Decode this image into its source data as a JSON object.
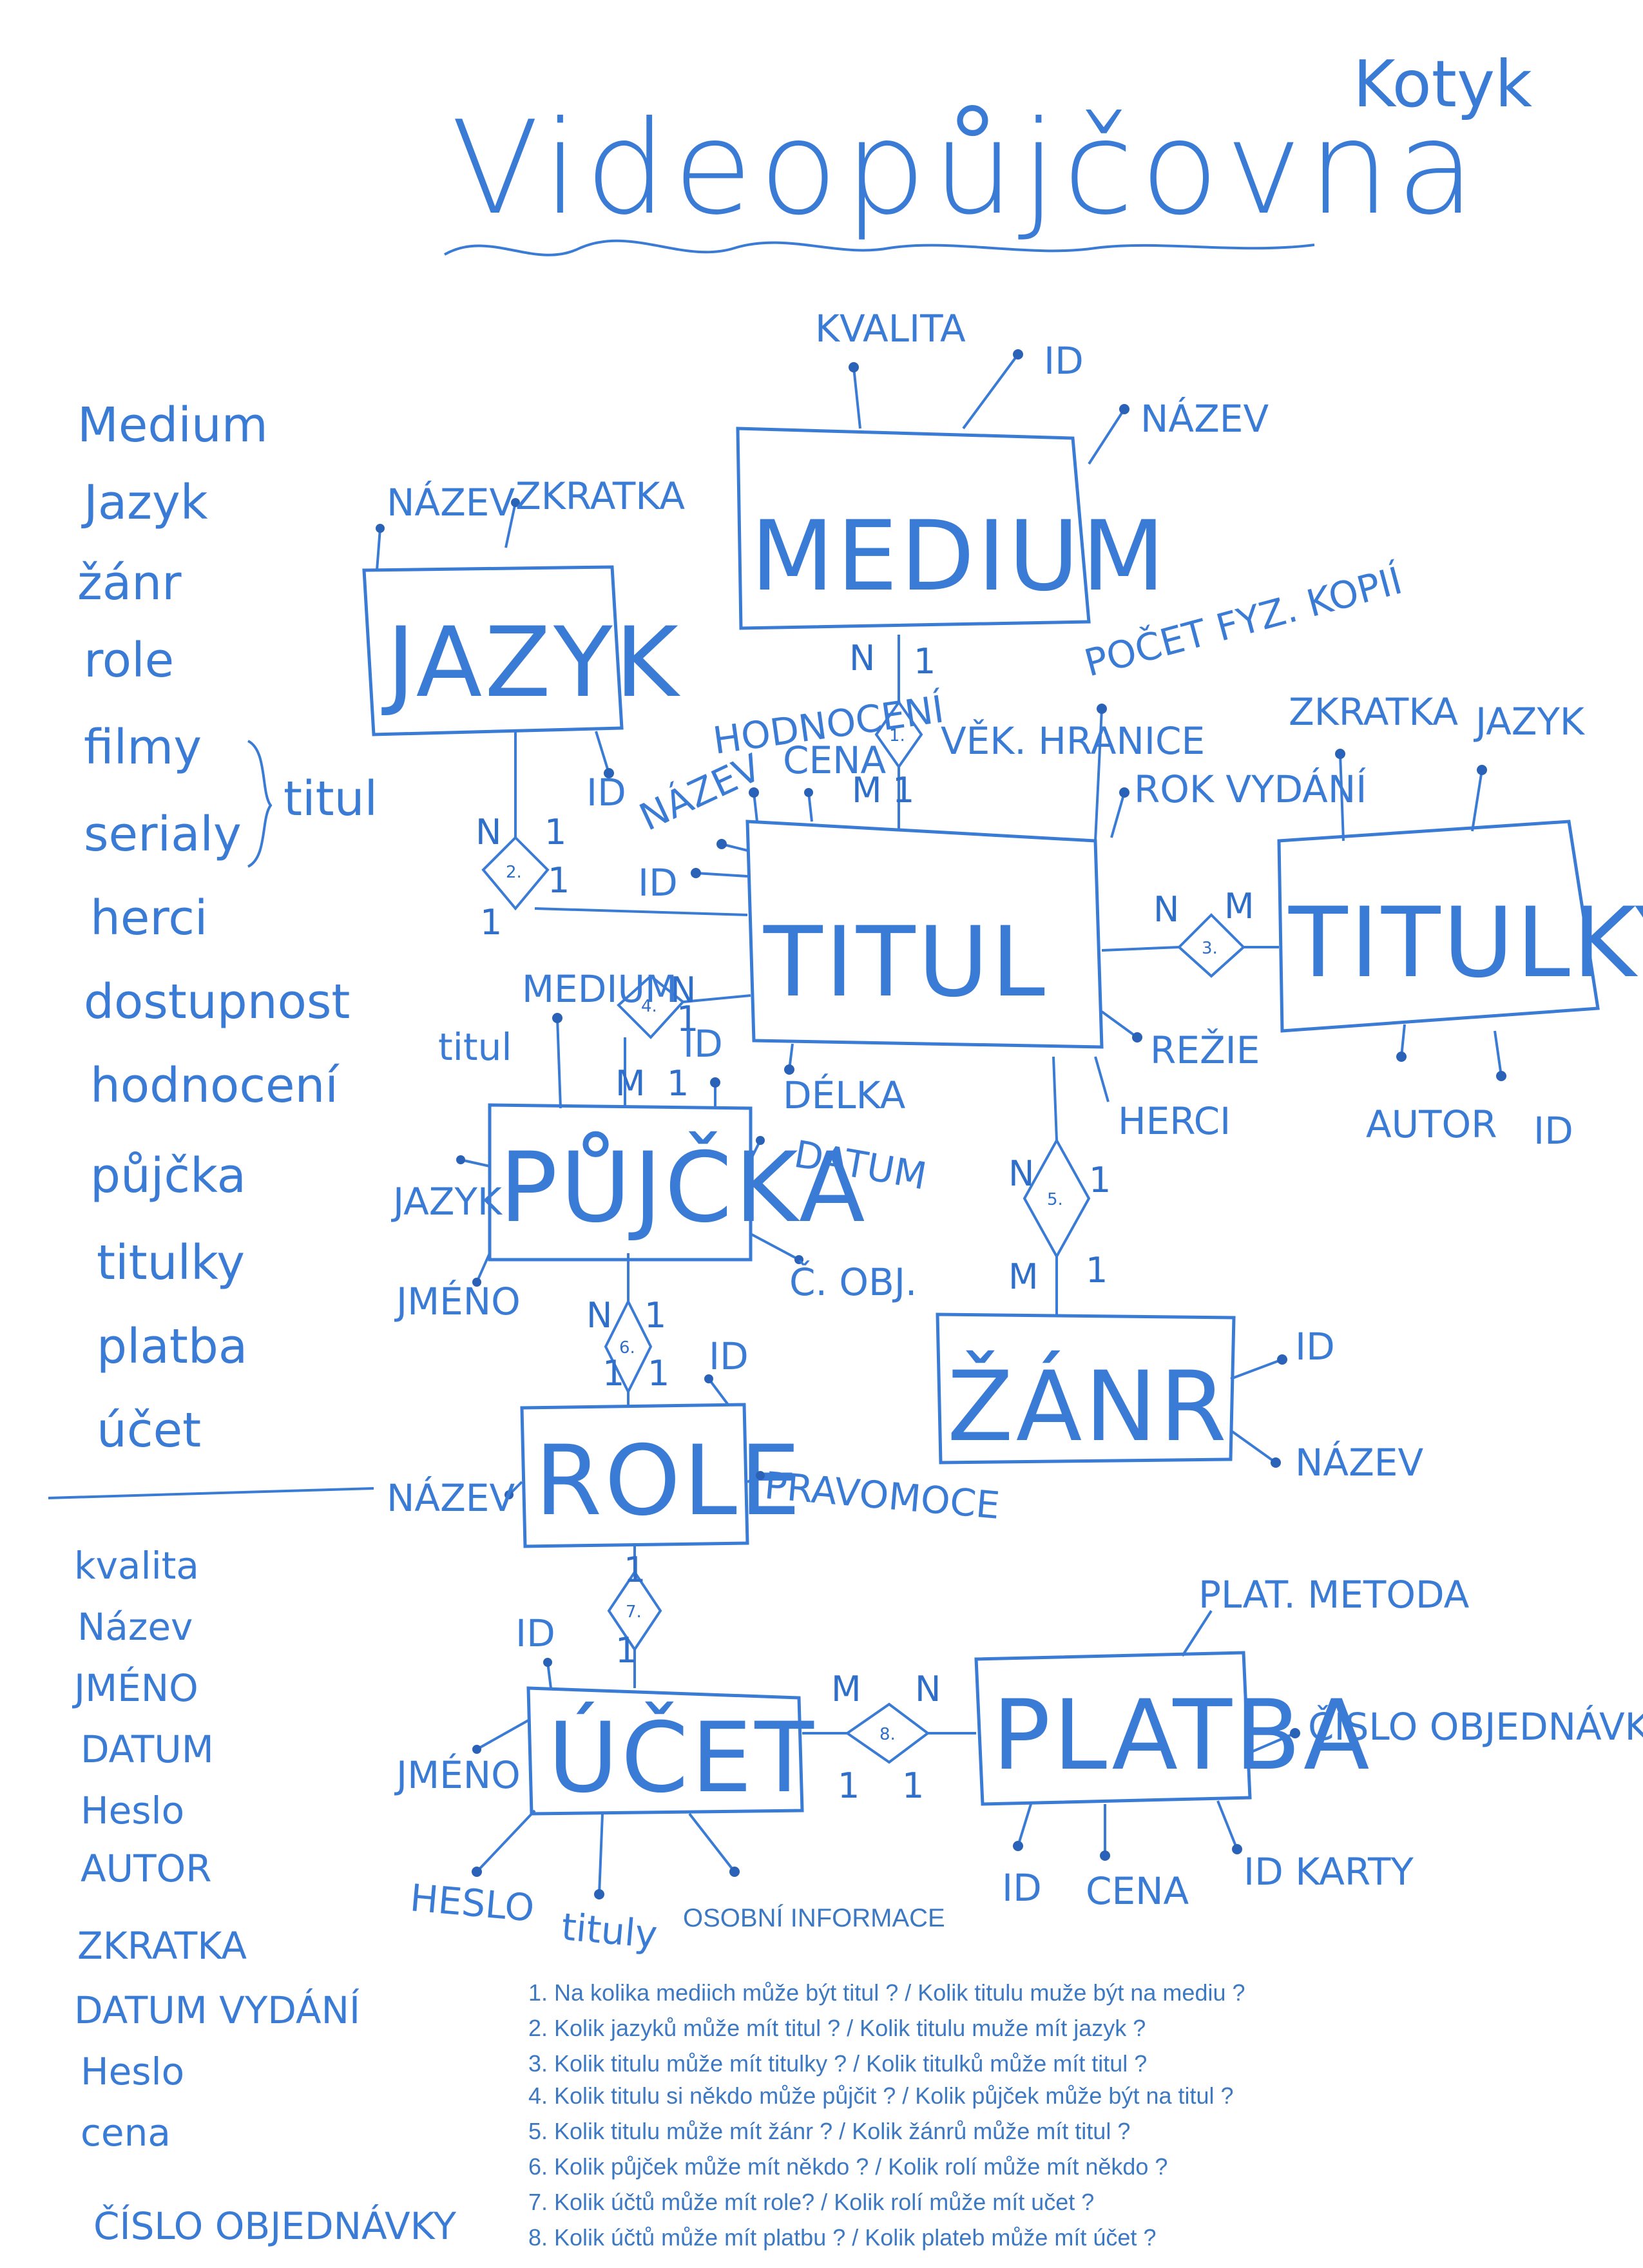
{
  "title": "Videopůjčovna",
  "author": "Kotyk",
  "side_list": [
    "Medium",
    "Jazyk",
    "žánr",
    "role",
    "filmy",
    "serialy",
    "herci",
    "dostupnost",
    "hodnocení",
    "půjčka",
    "titulky",
    "platba",
    "účet"
  ],
  "side_list_brace": "titul",
  "side_list2": [
    "kvalita",
    "Název",
    "JMÉNO",
    "DATUM",
    "Heslo",
    "AUTOR",
    "ZKRATKA",
    "DATUM VYDÁNÍ",
    "Heslo",
    "cena",
    "ČÍSLO OBJEDNÁVKY"
  ],
  "entities": {
    "medium": "MEDIUM",
    "jazyk": "JAZYK",
    "titul": "TITUL",
    "titulky": "TITULKY",
    "pujcka": "PŮJČKA",
    "zanr": "ŽÁNR",
    "role": "ROLE",
    "ucet": "ÚČET",
    "platba": "PLATBA"
  },
  "attributes": {
    "medium": [
      "KVALITA",
      "ID",
      "NÁZEV"
    ],
    "jazyk": [
      "NÁZEV",
      "ZKRATKA",
      "ID"
    ],
    "titul": [
      "HODNOCENÍ",
      "CENA",
      "VĚK. HRANICE",
      "POČET FYZ. KOPIÍ",
      "ROK VYDÁNÍ",
      "NÁZEV",
      "ID",
      "DÉLKA",
      "REŽIE",
      "HERCI"
    ],
    "titulky": [
      "ZKRATKA",
      "JAZYK",
      "AUTOR",
      "ID"
    ],
    "pujcka": [
      "MEDIUM",
      "titul",
      "ID",
      "DATUM",
      "JAZYK",
      "JMÉNO",
      "Č. OBJ."
    ],
    "zanr": [
      "ID",
      "NÁZEV"
    ],
    "role": [
      "ID",
      "NÁZEV",
      "PRAVOMOCE"
    ],
    "ucet": [
      "ID",
      "JMÉNO",
      "HESLO",
      "tituly",
      "OSOBNÍ INFORMACE"
    ],
    "platba": [
      "PLAT. METODA",
      "ČÍSLO OBJEDNÁVKY",
      "ID",
      "CENA",
      "ID KARTY"
    ]
  },
  "relationships": [
    "1.",
    "2.",
    "3.",
    "4.",
    "5.",
    "6.",
    "7.",
    "8."
  ],
  "cardinalities": {
    "r1": [
      "N",
      "1",
      "M",
      "1"
    ],
    "r2": [
      "N",
      "1",
      "1",
      "1"
    ],
    "r3": [
      "N",
      "M"
    ],
    "r4": [
      "N",
      "1",
      "M",
      "1"
    ],
    "r5": [
      "N",
      "1",
      "M",
      "1"
    ],
    "r6": [
      "N",
      "1",
      "1",
      "1"
    ],
    "r7": [
      "1",
      "1"
    ],
    "r8": [
      "M",
      "N",
      "1",
      "1"
    ]
  },
  "questions": [
    "1.  Na kolika mediich může být titul ? / Kolik titulu muže být na mediu ?",
    "2.  Kolik jazyků může mít titul ? / Kolik titulu muže mít jazyk ?",
    "3.  Kolik titulu může mít titulky ? / Kolik titulků může mít titul ?",
    "4.  Kolik titulu si někdo může půjčit ? / Kolik půjček může být na titul ?",
    "5.  Kolik titulu může mít žánr ? / Kolik žánrů může mít titul ?",
    "6.  Kolik půjček může mít někdo ? / Kolik rolí může mít někdo ?",
    "7.  Kolik účtů může mít role? / Kolik rolí může mít učet ?",
    "8.  Kolik účtů může mít platbu ? / Kolik plateb může mít účet ?"
  ],
  "colors": {
    "ink": "#3a7bd5",
    "dot": "#2a62b8"
  }
}
